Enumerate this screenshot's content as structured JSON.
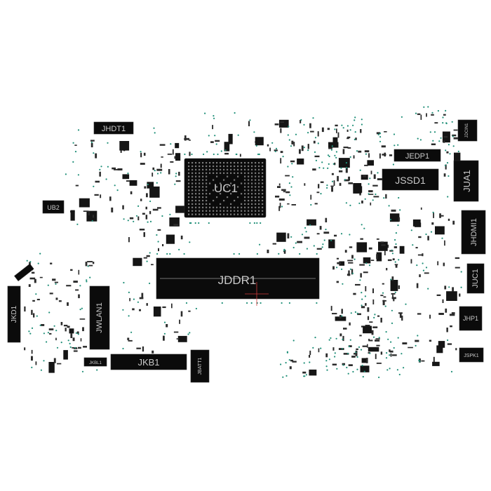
{
  "board": {
    "components": [
      {
        "id": "uc1",
        "label": "UC1"
      },
      {
        "id": "jddr1",
        "label": "JDDR1"
      },
      {
        "id": "jhdt1",
        "label": "JHDT1"
      },
      {
        "id": "jedp1",
        "label": "JEDP1"
      },
      {
        "id": "jssd1",
        "label": "JSSD1"
      },
      {
        "id": "jua1",
        "label": "JUA1"
      },
      {
        "id": "jdcin1",
        "label": "JDCIN1"
      },
      {
        "id": "jhdmi1",
        "label": "JHDMI1"
      },
      {
        "id": "juc1",
        "label": "JUC1"
      },
      {
        "id": "jhp1",
        "label": "JHP1"
      },
      {
        "id": "jspk1",
        "label": "JSPK1"
      },
      {
        "id": "ub2",
        "label": "UB2"
      },
      {
        "id": "jkb1",
        "label": "JKB1"
      },
      {
        "id": "jkbl1",
        "label": "JKBL1"
      },
      {
        "id": "jbatt1",
        "label": "JBATT1"
      },
      {
        "id": "jwlan1",
        "label": "JWLAN1"
      },
      {
        "id": "jkd1",
        "label": "JKD1"
      }
    ]
  },
  "colors": {
    "background": "#ffffff",
    "component_fill": "#0b0b0b",
    "label_text": "#c8c8c8",
    "via_dots": "#1f8f78",
    "marker": "#d23c3c"
  }
}
